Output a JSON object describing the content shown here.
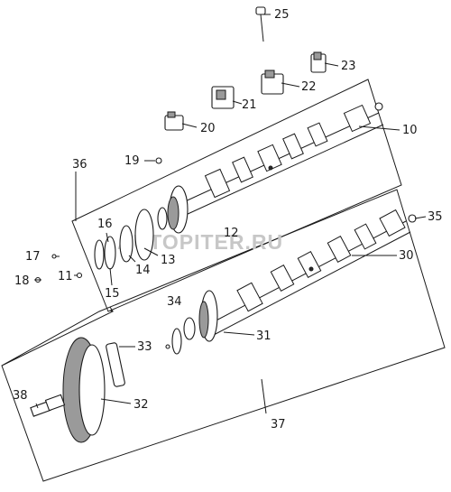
{
  "watermark": "AUTOPITER.RU",
  "callouts": [
    "10",
    "11",
    "12",
    "13",
    "14",
    "15",
    "16",
    "17",
    "18",
    "19",
    "20",
    "21",
    "22",
    "23",
    "25",
    "30",
    "31",
    "32",
    "33",
    "34",
    "35",
    "36",
    "37",
    "38"
  ]
}
